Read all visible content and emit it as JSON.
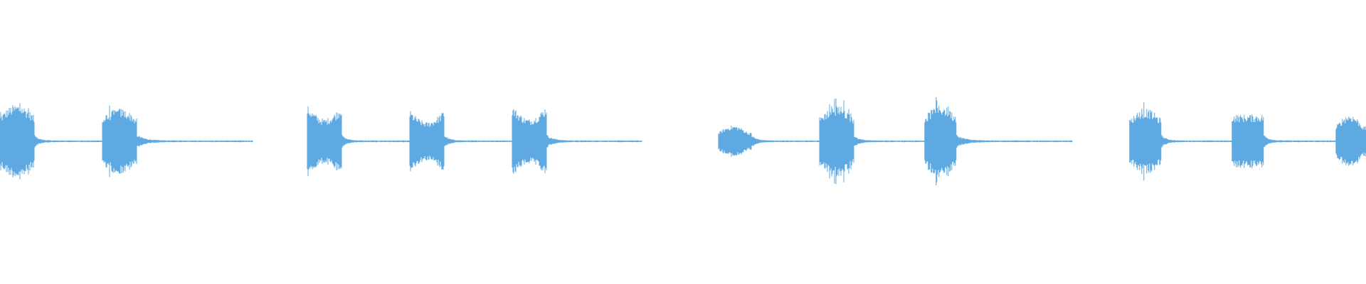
{
  "waveform": {
    "color": "#5ea9e1",
    "background": "#ffffff",
    "groups": [
      {
        "bursts": [
          {
            "start": 0.0,
            "end": 0.025,
            "amp": 0.82,
            "shape": "spiky"
          },
          {
            "start": 0.075,
            "end": 0.1,
            "amp": 0.73,
            "shape": "spiky"
          }
        ],
        "tail_end": 0.185
      },
      {
        "bursts": [
          {
            "start": 0.225,
            "end": 0.25,
            "amp": 0.64,
            "shape": "flare"
          },
          {
            "start": 0.3,
            "end": 0.325,
            "amp": 0.55,
            "shape": "flare"
          },
          {
            "start": 0.375,
            "end": 0.4,
            "amp": 0.64,
            "shape": "flare"
          }
        ],
        "tail_end": 0.47
      },
      {
        "bursts": [
          {
            "start": 0.526,
            "end": 0.55,
            "amp": 0.28,
            "shape": "soft"
          },
          {
            "start": 0.6,
            "end": 0.625,
            "amp": 0.78,
            "shape": "spiky"
          },
          {
            "start": 0.677,
            "end": 0.7,
            "amp": 0.8,
            "shape": "spiky"
          }
        ],
        "tail_end": 0.785
      },
      {
        "bursts": [
          {
            "start": 0.827,
            "end": 0.85,
            "amp": 0.72,
            "shape": "spiky"
          },
          {
            "start": 0.902,
            "end": 0.925,
            "amp": 0.56,
            "shape": "flat"
          },
          {
            "start": 0.978,
            "end": 1.0,
            "amp": 0.48,
            "shape": "soft"
          }
        ],
        "tail_end": 1.0
      }
    ]
  }
}
